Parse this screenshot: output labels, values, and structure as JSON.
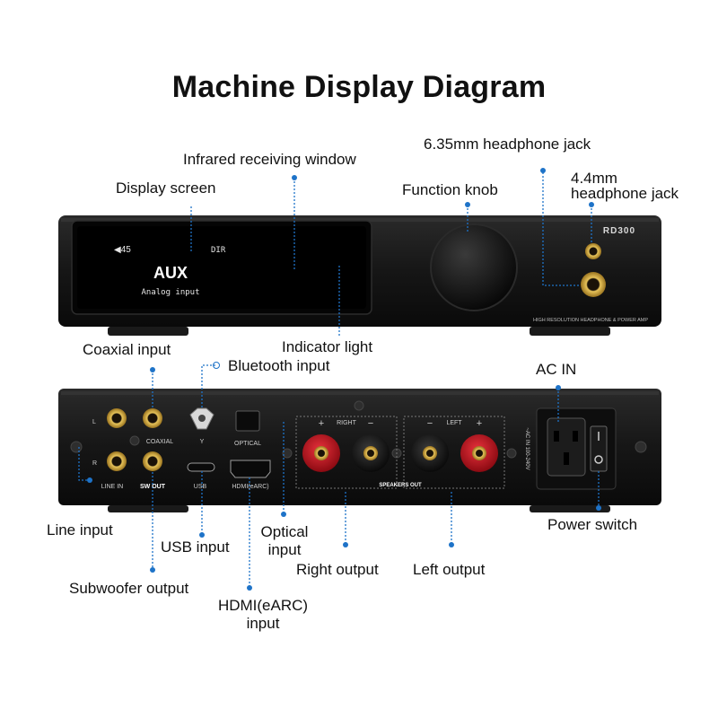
{
  "title": "Machine Display Diagram",
  "front_labels": {
    "display_screen": "Display screen",
    "infrared_window": "Infrared receiving window",
    "function_knob": "Function knob",
    "headphone_635": "6.35mm headphone jack",
    "headphone_44_line1": "4.4mm",
    "headphone_44_line2": "headphone jack",
    "indicator_light": "Indicator light"
  },
  "screen": {
    "volume": "◀45",
    "dir": "DIR",
    "source": "AUX",
    "source_sub": "Analog input"
  },
  "front_panel": {
    "logo": "RD300",
    "model_text": "HIGH RESOLUTION HEADPHONE & POWER AMP"
  },
  "rear_labels": {
    "coaxial_input": "Coaxial input",
    "bluetooth_input": "Bluetooth input",
    "ac_in": "AC IN",
    "line_input": "Line input",
    "usb_input": "USB input",
    "optical_input_line1": "Optical",
    "optical_input_line2": "input",
    "right_output": "Right output",
    "left_output": "Left output",
    "subwoofer_output": "Subwoofer output",
    "hdmi_line1": "HDMI(eARC)",
    "hdmi_line2": "input",
    "power_switch": "Power switch"
  },
  "rear_panel": {
    "silk_l": "L",
    "silk_r": "R",
    "silk_coaxial": "COAXIAL",
    "silk_line_in": "LINE IN",
    "silk_sw_out": "SW OUT",
    "silk_usb": "USB",
    "silk_hdmi": "HDMI(eARC)",
    "silk_optical": "OPTICAL",
    "silk_right": "RIGHT",
    "silk_left": "LEFT",
    "silk_plus": "+",
    "silk_minus": "−",
    "silk_speakers": "SPEAKERS OUT",
    "silk_ac": "~AC IN 100-240V",
    "silk_antenna": "Y"
  },
  "colors": {
    "leader": "#1e73c8",
    "red_post": "#c8141e",
    "gold": "#c9a23a",
    "chassis": "#141414"
  }
}
